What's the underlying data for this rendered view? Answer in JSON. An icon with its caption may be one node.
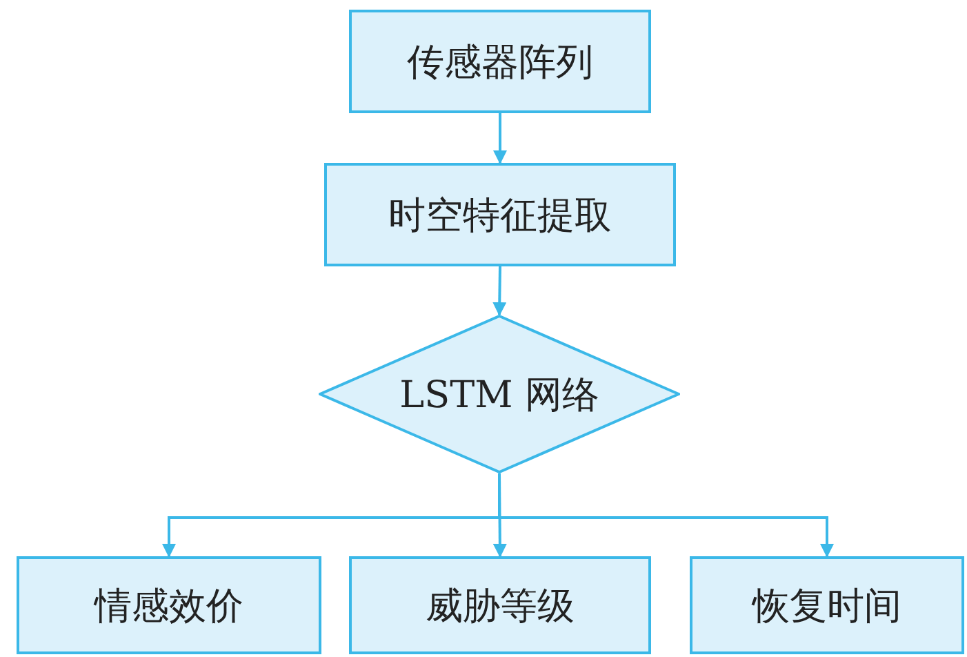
{
  "diagram": {
    "nodes": [
      {
        "text": [
          "传感器阵列"
        ]
      },
      {
        "text": [
          "时空特征提取"
        ]
      },
      {
        "text": [
          "LSTM 网络"
        ]
      },
      {
        "text": [
          "情感效价"
        ]
      },
      {
        "text": [
          "威胁等级"
        ]
      },
      {
        "text": [
          "恢复时间"
        ]
      }
    ],
    "edges": [
      {
        "from": 0,
        "to": 1,
        "arrow": "to"
      },
      {
        "from": 1,
        "to": 2,
        "arrow": "to"
      },
      {
        "from": 2,
        "to": 3,
        "arrow": "to"
      },
      {
        "from": 2,
        "to": 4,
        "arrow": "to"
      },
      {
        "from": 2,
        "to": 5,
        "arrow": "to"
      }
    ]
  }
}
